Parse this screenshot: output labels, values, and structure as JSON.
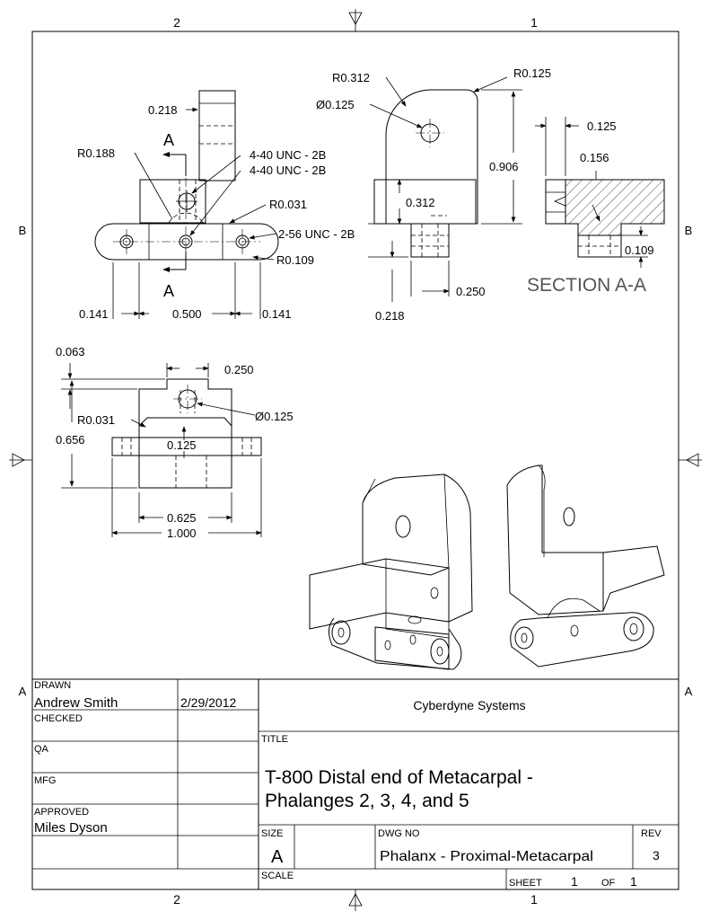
{
  "border": {
    "zones_top": [
      "2",
      "1"
    ],
    "zones_bottom": [
      "2",
      "1"
    ],
    "zones_left": [
      "B",
      "A"
    ],
    "zones_right": [
      "B",
      "A"
    ]
  },
  "front_view": {
    "section_label_top": "A",
    "section_label_bottom": "A",
    "dims": {
      "top_width": "0.218",
      "r_left": "R0.188",
      "thread_1": "4-40 UNC - 2B",
      "thread_2": "4-40 UNC - 2B",
      "r_small": "R0.031",
      "thread_3": "2-56 UNC - 2B",
      "r_bottom": "R0.109",
      "left_w": "0.141",
      "mid_w": "0.500",
      "right_w": "0.141"
    }
  },
  "side_view": {
    "dims": {
      "r_top_left": "R0.312",
      "r_top_right": "R0.125",
      "hole": "Ø0.125",
      "height": "0.906",
      "inner": "0.312",
      "bottom_w": "0.250",
      "left_h": "0.218"
    }
  },
  "section_view": {
    "label": "SECTION  A-A",
    "dims": {
      "top": "0.125",
      "mid": "0.156",
      "bottom": "0.109"
    }
  },
  "top_view": {
    "dims": {
      "left_top": "0.063",
      "top_w": "0.250",
      "hole": "Ø0.125",
      "r_left": "R0.031",
      "height": "0.656",
      "inner": "0.125",
      "mid_w": "0.625",
      "total_w": "1.000"
    }
  },
  "title_block": {
    "drawn_label": "DRAWN",
    "drawn_name": "Andrew Smith",
    "drawn_date": "2/29/2012",
    "checked_label": "CHECKED",
    "qa_label": "QA",
    "mfg_label": "MFG",
    "approved_label": "APPROVED",
    "approved_name": "Miles Dyson",
    "company": "Cyberdyne Systems",
    "title_label": "TITLE",
    "title_line1": "T-800 Distal end of Metacarpal -",
    "title_line2": "Phalanges 2, 3, 4, and 5",
    "size_label": "SIZE",
    "size_value": "A",
    "dwg_label": "DWG NO",
    "dwg_value": "Phalanx - Proximal-Metacarpal",
    "rev_label": "REV",
    "rev_value": "3",
    "scale_label": "SCALE",
    "sheet_label": "SHEET",
    "sheet_value": "1",
    "of_label": "OF",
    "of_value": "1"
  }
}
